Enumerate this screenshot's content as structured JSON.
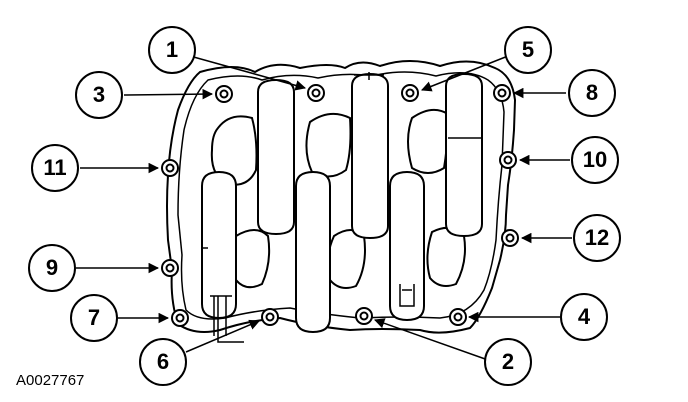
{
  "figure_id": "A0027767",
  "callouts": [
    {
      "id": "c1",
      "label": "1"
    },
    {
      "id": "c2",
      "label": "2"
    },
    {
      "id": "c3",
      "label": "3"
    },
    {
      "id": "c4",
      "label": "4"
    },
    {
      "id": "c5",
      "label": "5"
    },
    {
      "id": "c6",
      "label": "6"
    },
    {
      "id": "c7",
      "label": "7"
    },
    {
      "id": "c8",
      "label": "8"
    },
    {
      "id": "c9",
      "label": "9"
    },
    {
      "id": "c10",
      "label": "10"
    },
    {
      "id": "c11",
      "label": "11"
    },
    {
      "id": "c12",
      "label": "12"
    }
  ]
}
